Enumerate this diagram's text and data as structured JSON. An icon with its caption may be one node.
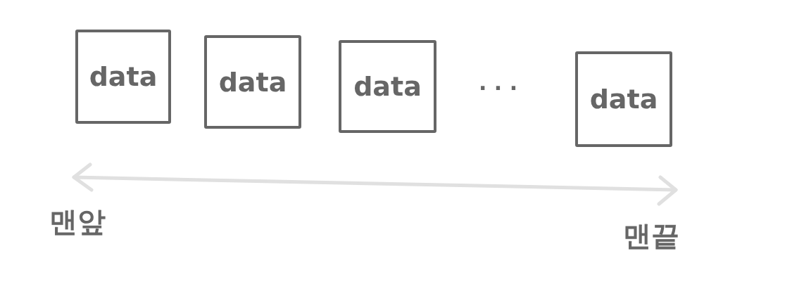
{
  "diagram": {
    "nodes": [
      {
        "text": [
          "data"
        ]
      },
      {
        "text": [
          "data"
        ]
      },
      {
        "text": [
          "data"
        ]
      },
      {
        "text": [
          "data"
        ]
      }
    ],
    "labels": [
      "· · ·",
      "맨앞",
      "맨끝"
    ]
  }
}
